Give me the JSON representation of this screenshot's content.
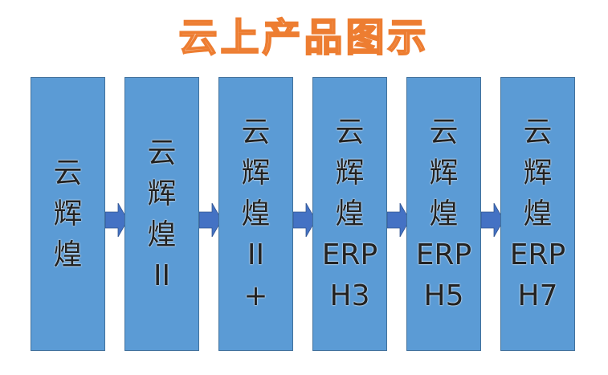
{
  "title": "云上产品图示",
  "colors": {
    "box_fill": "#5b9bd5",
    "box_border": "#41719c",
    "arrow": "#4472c4",
    "title_stroke": "#ed7d31",
    "title_fill": "#f8cbad"
  },
  "products": [
    {
      "lines": [
        "云",
        "辉",
        "煌"
      ]
    },
    {
      "lines": [
        "云",
        "辉",
        "煌",
        "II"
      ]
    },
    {
      "lines": [
        "云",
        "辉",
        "煌",
        "II",
        "+"
      ]
    },
    {
      "lines": [
        "云",
        "辉",
        "煌",
        "ERP",
        "H3"
      ]
    },
    {
      "lines": [
        "云",
        "辉",
        "煌",
        "ERP",
        "H5"
      ]
    },
    {
      "lines": [
        "云",
        "辉",
        "煌",
        "ERP",
        "H7"
      ]
    }
  ]
}
